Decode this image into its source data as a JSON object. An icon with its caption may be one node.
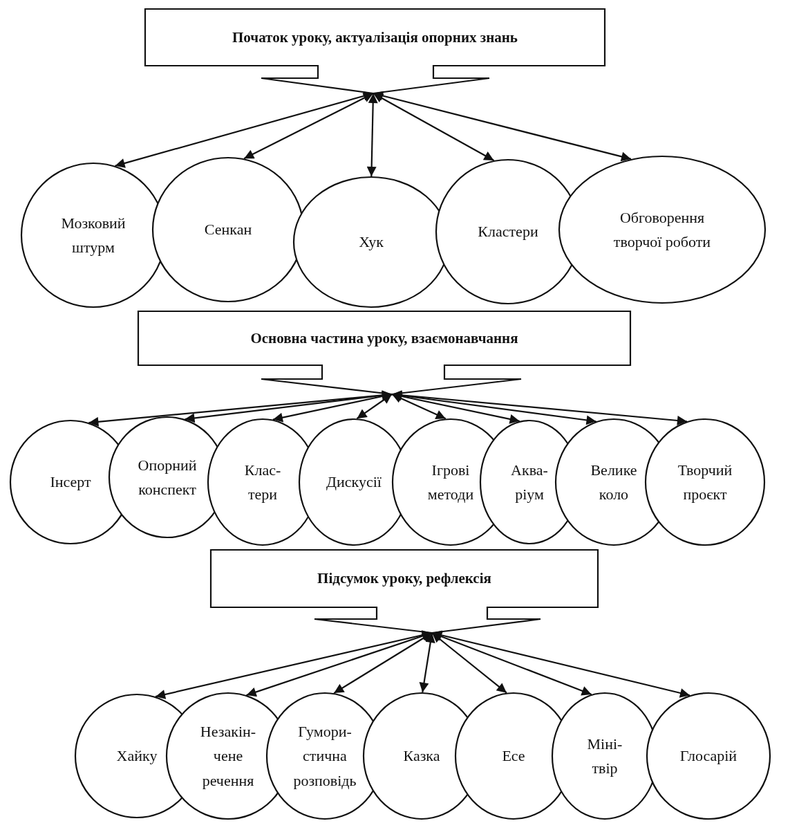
{
  "diagram": {
    "nodes": [
      {
        "text": [
          "Початок уроку, актуалізація опорних знань"
        ]
      },
      {
        "text": [
          "Мозковий штурм"
        ]
      },
      {
        "text": [
          "Сенкан"
        ]
      },
      {
        "text": [
          "Хук"
        ]
      },
      {
        "text": [
          "Кластери"
        ]
      },
      {
        "text": [
          "Обговорення творчої роботи"
        ]
      },
      {
        "text": [
          "Основна частина уроку, взаємонавчання"
        ]
      },
      {
        "text": [
          "Інсерт"
        ]
      },
      {
        "text": [
          "Опорний конспект"
        ]
      },
      {
        "text": [
          "Клас- тери"
        ]
      },
      {
        "text": [
          "Дискусії"
        ]
      },
      {
        "text": [
          "Ігрові методи"
        ]
      },
      {
        "text": [
          "Аква- ріум"
        ]
      },
      {
        "text": [
          "Велике коло"
        ]
      },
      {
        "text": [
          "Творчий проєкт"
        ]
      },
      {
        "text": [
          "Підсумок уроку, рефлексія"
        ]
      },
      {
        "text": [
          "Хайку"
        ]
      },
      {
        "text": [
          "Незакін- чене речення"
        ]
      },
      {
        "text": [
          "Гумори- стична розповідь"
        ]
      },
      {
        "text": [
          "Казка"
        ]
      },
      {
        "text": [
          "Есе"
        ]
      },
      {
        "text": [
          "Міні- твір"
        ]
      },
      {
        "text": [
          "Глосарій"
        ]
      }
    ],
    "edges": [
      {
        "from": 0,
        "to": 1,
        "arrow": "both"
      },
      {
        "from": 0,
        "to": 2,
        "arrow": "both"
      },
      {
        "from": 0,
        "to": 3,
        "arrow": "both"
      },
      {
        "from": 0,
        "to": 4,
        "arrow": "both"
      },
      {
        "from": 0,
        "to": 5,
        "arrow": "both"
      },
      {
        "from": 6,
        "to": 7,
        "arrow": "both"
      },
      {
        "from": 6,
        "to": 8,
        "arrow": "both"
      },
      {
        "from": 6,
        "to": 9,
        "arrow": "both"
      },
      {
        "from": 6,
        "to": 10,
        "arrow": "both"
      },
      {
        "from": 6,
        "to": 11,
        "arrow": "both"
      },
      {
        "from": 6,
        "to": 12,
        "arrow": "both"
      },
      {
        "from": 6,
        "to": 13,
        "arrow": "both"
      },
      {
        "from": 6,
        "to": 14,
        "arrow": "both"
      },
      {
        "from": 15,
        "to": 16,
        "arrow": "both"
      },
      {
        "from": 15,
        "to": 17,
        "arrow": "both"
      },
      {
        "from": 15,
        "to": 18,
        "arrow": "both"
      },
      {
        "from": 15,
        "to": 19,
        "arrow": "both"
      },
      {
        "from": 15,
        "to": 20,
        "arrow": "both"
      },
      {
        "from": 15,
        "to": 21,
        "arrow": "both"
      },
      {
        "from": 15,
        "to": 22,
        "arrow": "both"
      }
    ]
  }
}
